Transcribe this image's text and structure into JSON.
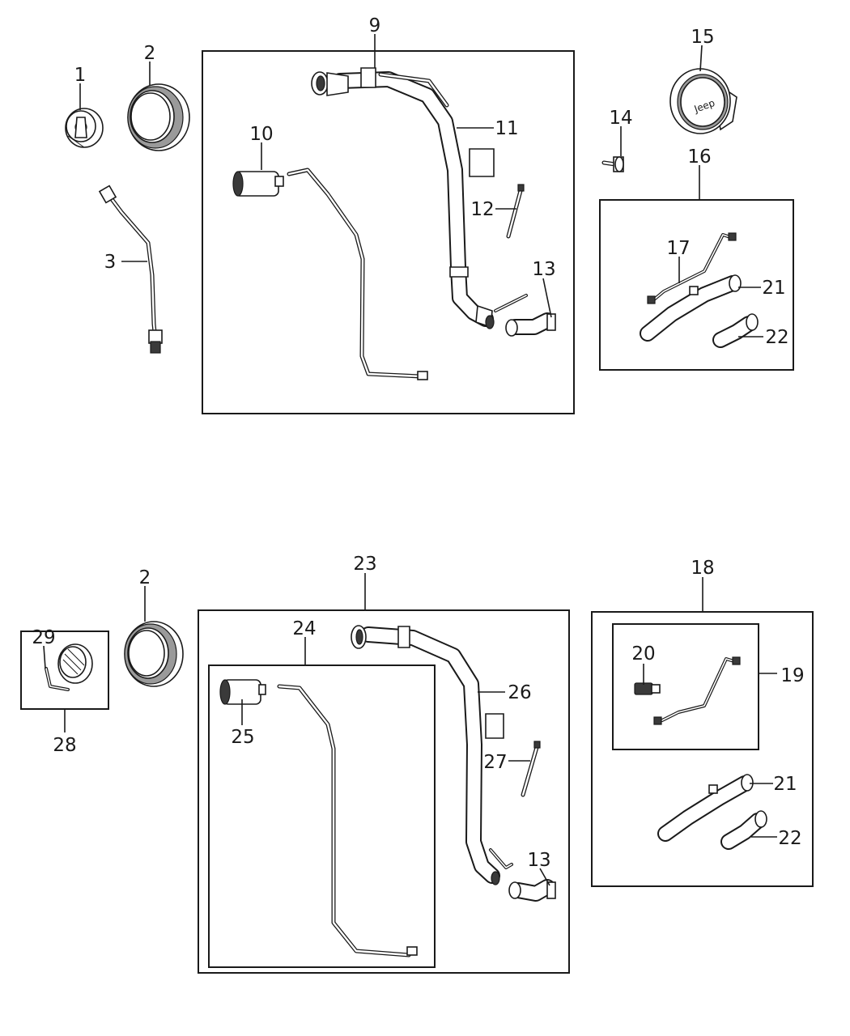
{
  "callouts": {
    "c1": "1",
    "c2": "2",
    "c3": "3",
    "c9": "9",
    "c10": "10",
    "c11": "11",
    "c12": "12",
    "c13": "13",
    "c14": "14",
    "c15": "15",
    "c16": "16",
    "c17": "17",
    "c21": "21",
    "c22": "22",
    "c2b": "2",
    "c29": "29",
    "c28": "28",
    "c23": "23",
    "c24": "24",
    "c25": "25",
    "c26": "26",
    "c27": "27",
    "c13b": "13",
    "c18": "18",
    "c20": "20",
    "c19": "19",
    "c21b": "21",
    "c22b": "22"
  },
  "cap_emblem": "Jeep"
}
